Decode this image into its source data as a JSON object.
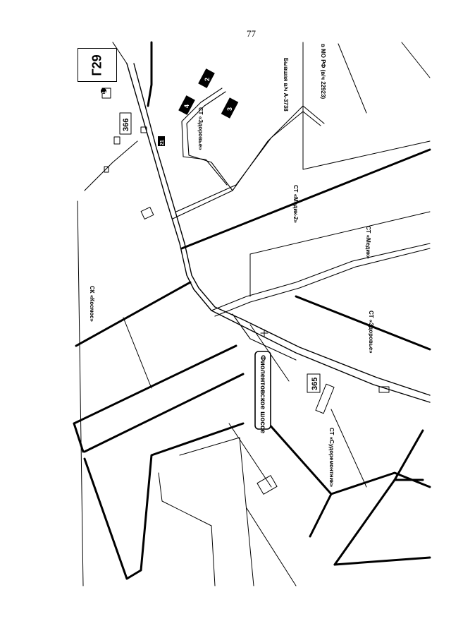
{
  "page_number": "77",
  "grid_ref": "Г29",
  "labels": {
    "former_military": "Бывшая в/ч А-3738",
    "mo_rf": "в МО РФ (в/ч 22923)",
    "st_zdorovie_top": "СТ «Здоровье»",
    "st_medik2": "СТ «Медик-2»",
    "st_medik": "СТ «Медик»",
    "st_zdorovie_mid": "СТ «Здоровье»",
    "sk_kosmos": "СК «Космос»",
    "st_sudoremontnik": "СТ «Судоремонтник»",
    "highway": "Фиолентовское шоссе"
  },
  "markers": {
    "km_366": "366",
    "km_365": "365",
    "num_1": "1",
    "num_4": "4",
    "num_2": "2",
    "num_3": "3",
    "num_21": "21"
  },
  "colors": {
    "line": "#000000",
    "background": "#ffffff"
  }
}
